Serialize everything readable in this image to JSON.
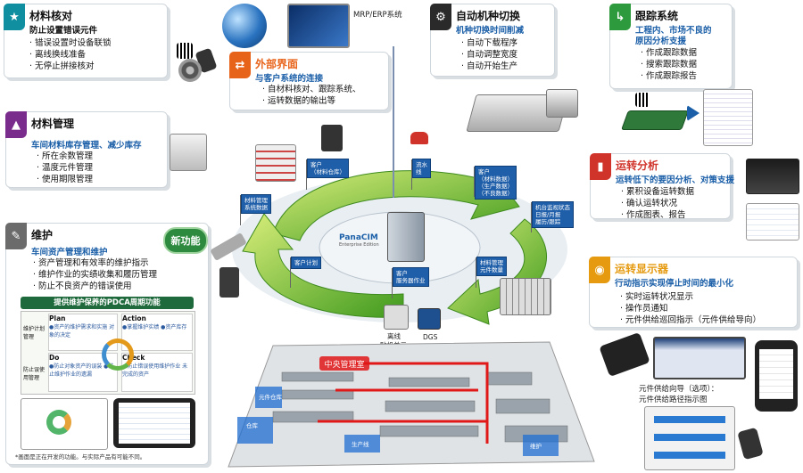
{
  "cards": {
    "material_check": {
      "title": "材料核对",
      "sub": "防止设置错误元件",
      "items": [
        "错误设置时设备联锁",
        "离线换线准备",
        "无停止拼接核对"
      ]
    },
    "external": {
      "title": "外部界面",
      "sub": "与客户系统的连接",
      "items": [
        "自材料核对、跟踪系统、",
        "运转数据的输出等"
      ]
    },
    "auto_changeover": {
      "title": "自动机种切换",
      "sub": "机种切换时间削减",
      "items": [
        "自动下载程序",
        "自动调整宽度",
        "自动开始生产"
      ]
    },
    "tracking": {
      "title": "跟踪系统",
      "sub": "工程内、市场不良的",
      "sub2": "原因分析支援",
      "items": [
        "作成跟踪数据",
        "搜索跟踪数据",
        "作成跟踪报告"
      ]
    },
    "material_mgmt": {
      "title": "材料管理",
      "sub": "车间材料库存管理、减少库存",
      "items": [
        "所在余数管理",
        "温度元件管理",
        "使用期限管理"
      ]
    },
    "operation": {
      "title": "运转分析",
      "sub": "运转低下的要因分析、对策支援",
      "items": [
        "累积设备运转数据",
        "确认运转状况",
        "作成图表、报告"
      ]
    },
    "maintenance": {
      "title": "维护",
      "sub": "车间资产管理和维护",
      "items": [
        "资产管理和有效率的维护指示",
        "维护作业的实绩收集和履历管理",
        "防止不良资产的错误使用"
      ],
      "badge": "新功能"
    },
    "display": {
      "title": "运转显示器",
      "sub": "行动指示实现停止时间的最小化",
      "items": [
        "实时运转状况显示",
        "操作员通知",
        "元件供给巡回指示（元件供给导向）"
      ]
    }
  },
  "pdca": {
    "header": "提供维护保养的PDCA周期功能",
    "plan": "Plan",
    "plan_text": "●资产的维护需求和实施 对象的决定",
    "action": "Action",
    "action_text": "●掌握维护实绩 ●资产库存",
    "do": "Do",
    "do_text": "●防止对象资产的误装 ●防止维护作业的遗漏",
    "check": "Check",
    "check_text": "●防止错误使用维护作业 未完成的资产",
    "left_top": "维护计划管理",
    "left_bottom": "防止误使用管理",
    "note": "*画面是正在开发的功能。与实际产品有可能不同。"
  },
  "labels": {
    "erp": "MRP/ERP系统",
    "panacim": "PanaCIM",
    "panacim_sub": "Enterprise Edition",
    "offline": "离线\n贴机单元",
    "offline_1": "离线",
    "offline_2": "贴机单元",
    "dgs": "DGS",
    "supply_guide_1": "元件供给向导（选项）：",
    "supply_guide_2": "元件供给路径指示图",
    "central": "中央管理室",
    "factory_labels": [
      "仓库",
      "元件仓库",
      "生产线",
      "维护"
    ]
  },
  "flags": [
    "客户\n（材料仓库）",
    "流水\n线",
    "客户\n（材料数据）\n（生产数据）\n（不良数据）",
    "材料管理\n系统数据",
    "客户计划",
    "客户\n服务器作业",
    "材料管理\n元件数量",
    "机台监视状态\n日报/月报\n履历/跟踪"
  ],
  "colors": {
    "teal": "#0f8fa0",
    "orange": "#e8631a",
    "dark": "#2a2a2a",
    "green": "#2e9a3e",
    "purple": "#7a2c8c",
    "red": "#d0332a",
    "gray": "#6b6b6b",
    "gold": "#e59a10",
    "ring_green": "#6cbb2a",
    "flag_blue": "#1f5ea8"
  }
}
